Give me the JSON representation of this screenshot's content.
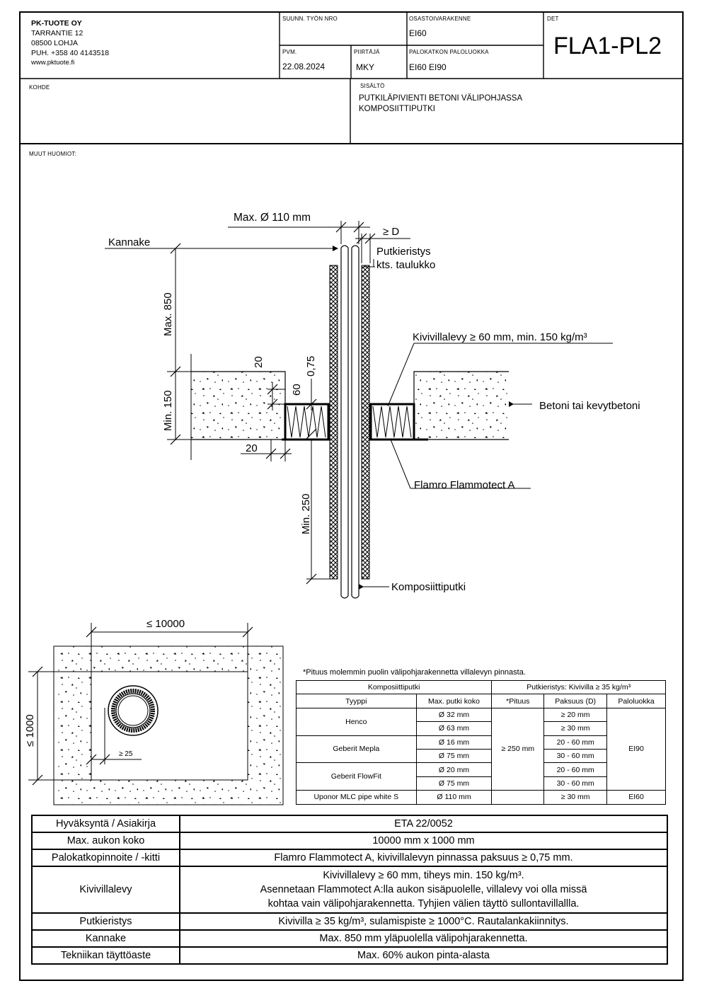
{
  "company": {
    "name": "PK-TUOTE OY",
    "street": "TARRANTIE 12",
    "city": "08500 LOHJA",
    "phone": "PUH. +358 40 4143518",
    "web": "www.pktuote.fi"
  },
  "titleblock": {
    "suunn_label": "SUUNN. TYÖN NRO",
    "suunn_value": "",
    "osasto_label": "OSASTOIVARAKENNE",
    "osasto_value": "EI60",
    "det_label": "DET",
    "det_value": "FLA1-PL2",
    "pvm_label": "PVM.",
    "pvm_value": "22.08.2024",
    "piirtaja_label": "PIIRTÄJÄ",
    "piirtaja_value": "MKY",
    "palokatko_label": "PALOKATKON PALOLUOKKA",
    "palokatko_value": "EI60 EI90",
    "kohde_label": "KOHDE",
    "sisalto_label": "SISÄLTÖ",
    "sisalto_line1": "PUTKILÄPIVIENTI BETONI VÄLIPOHJASSA",
    "sisalto_line2": "KOMPOSIITTIPUTKI",
    "muut_label": "MUUT HUOMIOT:"
  },
  "section": {
    "max_dia": "Max. Ø 110 mm",
    "d_label": "≥ D",
    "kannake": "Kannake",
    "putkieristys1": "Putkieristys",
    "putkieristys2": "kts. taulukko",
    "max850": "Max. 850",
    "kivivilla": "Kivivillalevy ≥ 60 mm, min. 150 kg/m³",
    "betoni": "Betoni tai kevytbetoni",
    "dim20a": "20",
    "dim075": "0,75",
    "dim60": "60",
    "min150": "Min. 150",
    "dim20b": "20",
    "flamro": "Flamro Flammotect A",
    "min250": "Min. 250",
    "komposiitti": "Komposiittiputki"
  },
  "plan": {
    "w": "≤ 10000",
    "h": "≤ 1000",
    "gap": "≥ 25"
  },
  "pipe_table": {
    "note": "*Pituus molemmin puolin välipohjarakennetta villalevyn pinnasta.",
    "head_left": "Komposiittiputki",
    "head_right": "Putkieristys: Kivivilla ≥ 35 kg/m³",
    "col_tyyppi": "Tyyppi",
    "col_koko": "Max. putki koko",
    "col_pituus": "*Pituus",
    "col_paksuus": "Paksuus (D)",
    "col_palo": "Paloluokka",
    "henco": "Henco",
    "mepla": "Geberit Mepla",
    "flowfit": "Geberit FlowFit",
    "uponor": "Uponor MLC pipe white S",
    "sizes": [
      "Ø 32 mm",
      "Ø 63 mm",
      "Ø 16 mm",
      "Ø 75 mm",
      "Ø 20 mm",
      "Ø 75 mm",
      "Ø 110 mm"
    ],
    "pituus": "≥ 250 mm",
    "thick": [
      "≥ 20 mm",
      "≥ 30 mm",
      "20 - 60 mm",
      "30 - 60 mm",
      "20 - 60 mm",
      "30 - 60 mm",
      "≥ 30 mm"
    ],
    "ei90": "EI90",
    "ei60": "EI60"
  },
  "main_table": [
    {
      "k": "Hyväksyntä / Asiakirja",
      "v": "ETA 22/0052"
    },
    {
      "k": "Max. aukon koko",
      "v": "10000 mm x 1000 mm"
    },
    {
      "k": "Palokatkopinnoite / -kitti",
      "v": "Flamro Flammotect A, kivivillalevyn pinnassa paksuus ≥ 0,75 mm."
    },
    {
      "k": "Kivivillalevy",
      "v1": "Kivivillalevy ≥ 60 mm, tiheys min. 150 kg/m³.",
      "v2": "Asennetaan Flammotect A:lla aukon sisäpuolelle, villalevy voi olla missä",
      "v3": "kohtaa vain välipohjarakennetta. Tyhjien välien täyttö sullontavillallla."
    },
    {
      "k": "Putkieristys",
      "v": "Kivivilla ≥ 35 kg/m³, sulamispiste ≥ 1000°C. Rautalankakiinnitys."
    },
    {
      "k": "Kannake",
      "v": "Max. 850 mm yläpuolella välipohjarakennetta."
    },
    {
      "k": "Tekniikan täyttöaste",
      "v": "Max. 60% aukon pinta-alasta"
    }
  ]
}
